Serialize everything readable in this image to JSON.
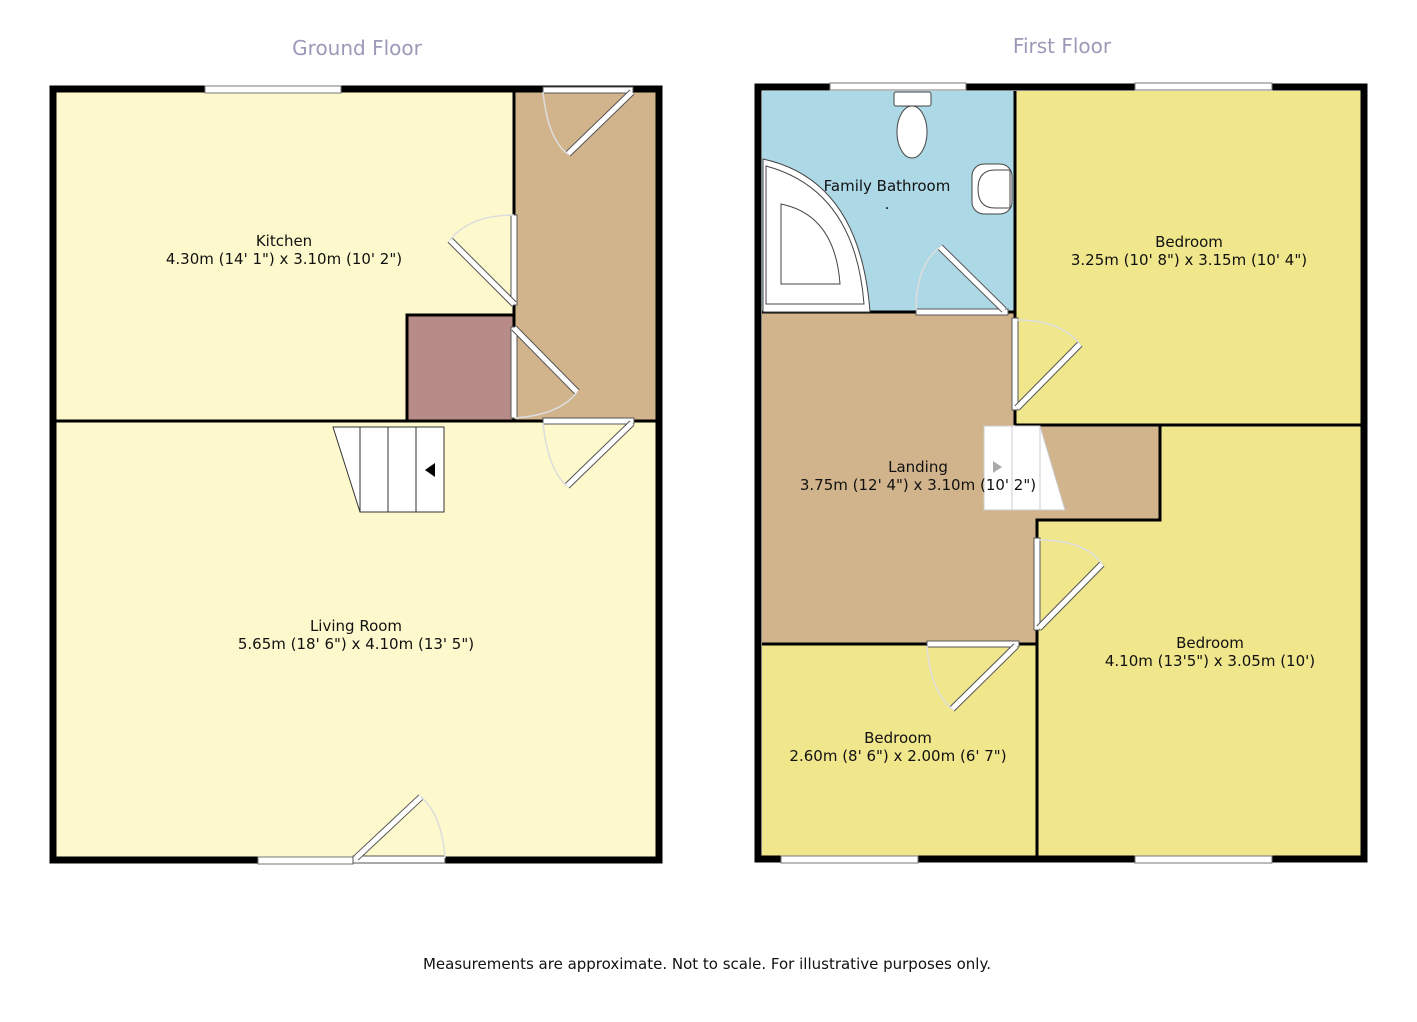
{
  "floors": [
    {
      "title": "Ground Floor",
      "rooms": [
        {
          "name": "Kitchen",
          "size": "4.30m (14' 1\") x 3.10m (10' 2\")",
          "color": "#fdf9cc"
        },
        {
          "name": "Living Room",
          "size": "5.65m (18' 6\") x 4.10m (13' 5\")",
          "color": "#fdf9cc"
        }
      ],
      "hall_color": "#d2b48c",
      "cupboard_color": "#b98b88"
    },
    {
      "title": "First Floor",
      "rooms": [
        {
          "name": "Family Bathroom",
          "size": ".",
          "color": "#add8e6"
        },
        {
          "name": "Bedroom",
          "size": "3.25m (10' 8\") x 3.15m (10' 4\")",
          "color": "#f0e68c"
        },
        {
          "name": "Landing",
          "size": "3.75m (12' 4\") x 3.10m (10' 2\")",
          "color": "#d2b48c"
        },
        {
          "name": "Bedroom",
          "size": "4.10m (13'5\") x 3.05m (10')",
          "color": "#f0e68c"
        },
        {
          "name": "Bedroom",
          "size": "2.60m (8' 6\") x 2.00m (6' 7\")",
          "color": "#f0e68c"
        }
      ]
    }
  ],
  "disclaimer": "Measurements are approximate. Not to scale. For illustrative purposes only."
}
